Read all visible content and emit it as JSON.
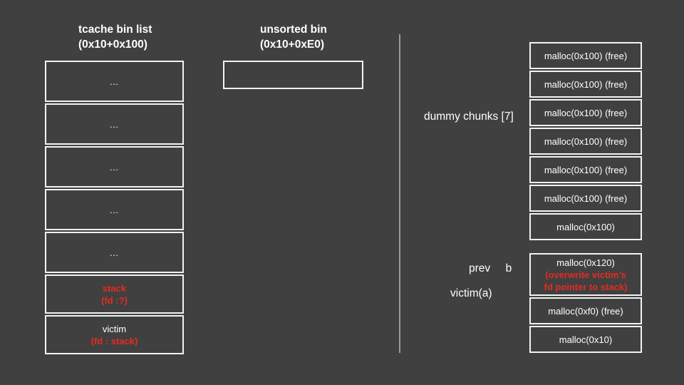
{
  "diagram": {
    "background_color": "#404040",
    "accent_red": "#e42b22",
    "border_color": "#f2f2f2",
    "divider_color": "#9a9a9a"
  },
  "tcache": {
    "title_line1": "tcache bin list",
    "title_line2": "(0x10+0x100)",
    "entries": [
      {
        "primary": "…",
        "secondary": "",
        "primary_color": "white",
        "secondary_color": "white"
      },
      {
        "primary": "…",
        "secondary": "",
        "primary_color": "white",
        "secondary_color": "white"
      },
      {
        "primary": "…",
        "secondary": "",
        "primary_color": "white",
        "secondary_color": "white"
      },
      {
        "primary": "…",
        "secondary": "",
        "primary_color": "white",
        "secondary_color": "white"
      },
      {
        "primary": "…",
        "secondary": "",
        "primary_color": "white",
        "secondary_color": "white"
      },
      {
        "primary": "stack",
        "secondary": "(fd :?)",
        "primary_color": "red",
        "secondary_color": "red"
      },
      {
        "primary": "victim",
        "secondary": "(fd : stack)",
        "primary_color": "white",
        "secondary_color": "red"
      }
    ]
  },
  "unsorted": {
    "title_line1": "unsorted bin",
    "title_line2": "(0x10+0xE0)",
    "box_content": ""
  },
  "right": {
    "dummy_label": "dummy chunks [7]",
    "dummy_chunks": [
      {
        "line1": "malloc(0x100) (free)"
      },
      {
        "line1": "malloc(0x100) (free)"
      },
      {
        "line1": "malloc(0x100) (free)"
      },
      {
        "line1": "malloc(0x100) (free)"
      },
      {
        "line1": "malloc(0x100) (free)"
      },
      {
        "line1": "malloc(0x100) (free)"
      },
      {
        "line1": "malloc(0x100)"
      }
    ],
    "prev_label": "prev     b",
    "victim_label": "victim(a)",
    "alloc_chunks": [
      {
        "line1": "malloc(0x120)",
        "line2": "(overwrite victim’s",
        "line3": "fd pointer to stack)"
      },
      {
        "line1": "malloc(0xf0) (free)"
      },
      {
        "line1": "malloc(0x10)"
      }
    ]
  }
}
